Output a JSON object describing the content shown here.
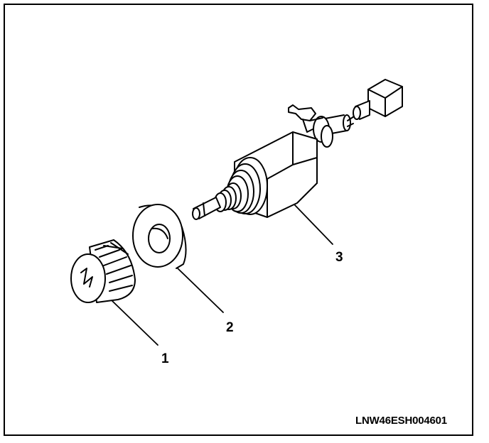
{
  "diagram": {
    "callouts": [
      {
        "number": "1",
        "part": "knob"
      },
      {
        "number": "2",
        "part": "bezel-nut"
      },
      {
        "number": "3",
        "part": "switch-assembly"
      }
    ],
    "figure_id": "LNW46ESH004601"
  },
  "colors": {
    "line": "#000000",
    "background": "#ffffff"
  }
}
